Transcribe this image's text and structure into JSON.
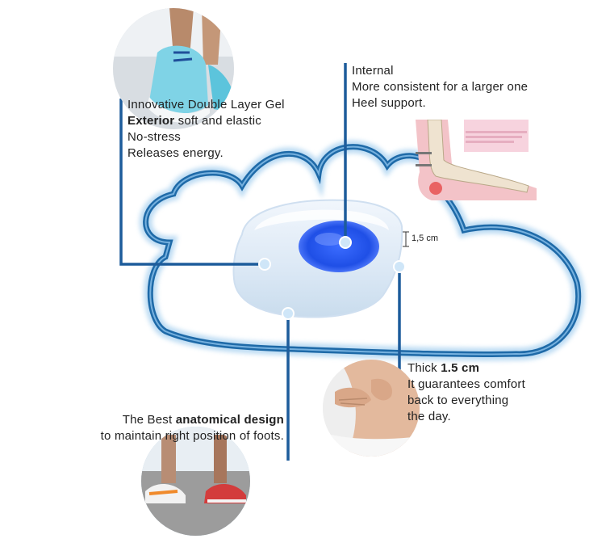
{
  "colors": {
    "line": "#1d5c9b",
    "cloud_dark": "#1e6aa8",
    "cloud_light": "#b6d8f2",
    "gel_blue": "#1f5cf0"
  },
  "callout_top_left": {
    "line1": "Innovative Double Layer Gel",
    "line2_bold": "Exterior",
    "line2_rest": " soft and elastic",
    "line3": "No-stress",
    "line4": "Releases energy."
  },
  "callout_top_right": {
    "line1": "Internal",
    "line2": "More consistent for a larger one",
    "line3": "Heel support."
  },
  "dimension_label": "1,5 cm",
  "callout_bottom_right": {
    "line1_plain": "Thick ",
    "line1_bold": "1.5 cm",
    "line2": "It guarantees comfort",
    "line3": "back to everything",
    "line4": "the day."
  },
  "callout_bottom_left": {
    "line1_plain": "The Best ",
    "line1_bold": "anatomical design",
    "line2": "to maintain right position of foots."
  },
  "images": {
    "top_left": "running-shoe-photo",
    "bottom_left": "sneakers-photo",
    "bottom_right": "back-pain-photo",
    "top_right": "heel-anatomy-illustration"
  }
}
